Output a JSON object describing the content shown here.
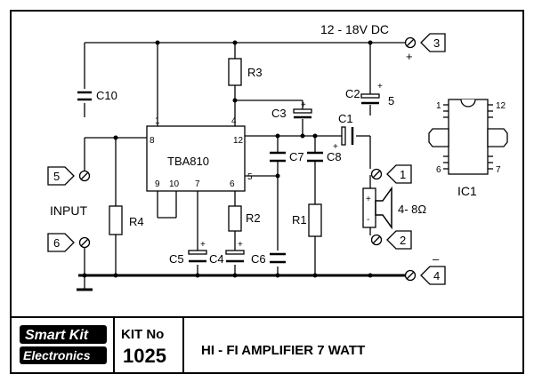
{
  "supply": {
    "label": "12 - 18V DC",
    "plus": "+",
    "minus": "–"
  },
  "ic": {
    "name": "TBA810",
    "pins": {
      "p1": "1",
      "p4": "4",
      "p8": "8",
      "p12": "12",
      "p9": "9",
      "p10": "10",
      "p7": "7",
      "p6": "6",
      "p5": "5"
    }
  },
  "components": {
    "c10": "C10",
    "r3": "R3",
    "c3": "C3",
    "c2": "C2",
    "c2_value": "5",
    "c1": "C1",
    "c7": "C7",
    "c8": "C8",
    "r4": "R4",
    "r2": "R2",
    "r1": "R1",
    "c5": "C5",
    "c4": "C4",
    "c6": "C6",
    "plus": "+"
  },
  "input": {
    "label": "INPUT"
  },
  "connectors": {
    "n1": "1",
    "n2": "2",
    "n3": "3",
    "n4": "4",
    "n5": "5",
    "n6": "6"
  },
  "speaker": {
    "label": "4- 8Ω",
    "plus": "+",
    "minus": "-"
  },
  "ic_package": {
    "label": "IC1",
    "pin1": "1",
    "pin12": "12",
    "pin6": "6",
    "pin7": "7"
  },
  "titleblock": {
    "logo_line1": "Smart Kit",
    "logo_line2": "Electronics",
    "kit_label": "KIT No",
    "kit_number": "1025",
    "title": "HI - FI AMPLIFIER 7 WATT"
  }
}
